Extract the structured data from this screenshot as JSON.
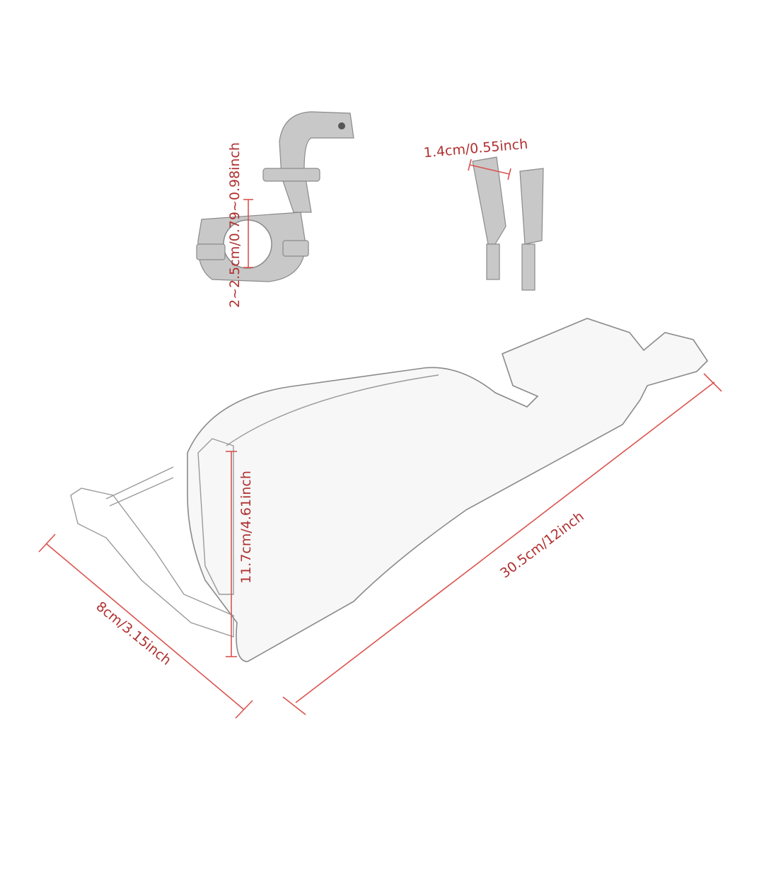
{
  "dimensions": {
    "clamp_diameter": "2~2.5cm/0.79~0.98inch",
    "bolt_diameter": "1.4cm/0.55inch",
    "guard_height": "11.7cm/4.61inch",
    "guard_length": "30.5cm/12inch",
    "guard_width": "8cm/3.15inch"
  },
  "colors": {
    "dimension_line": "#d9534f",
    "dimension_text": "#b03030"
  }
}
